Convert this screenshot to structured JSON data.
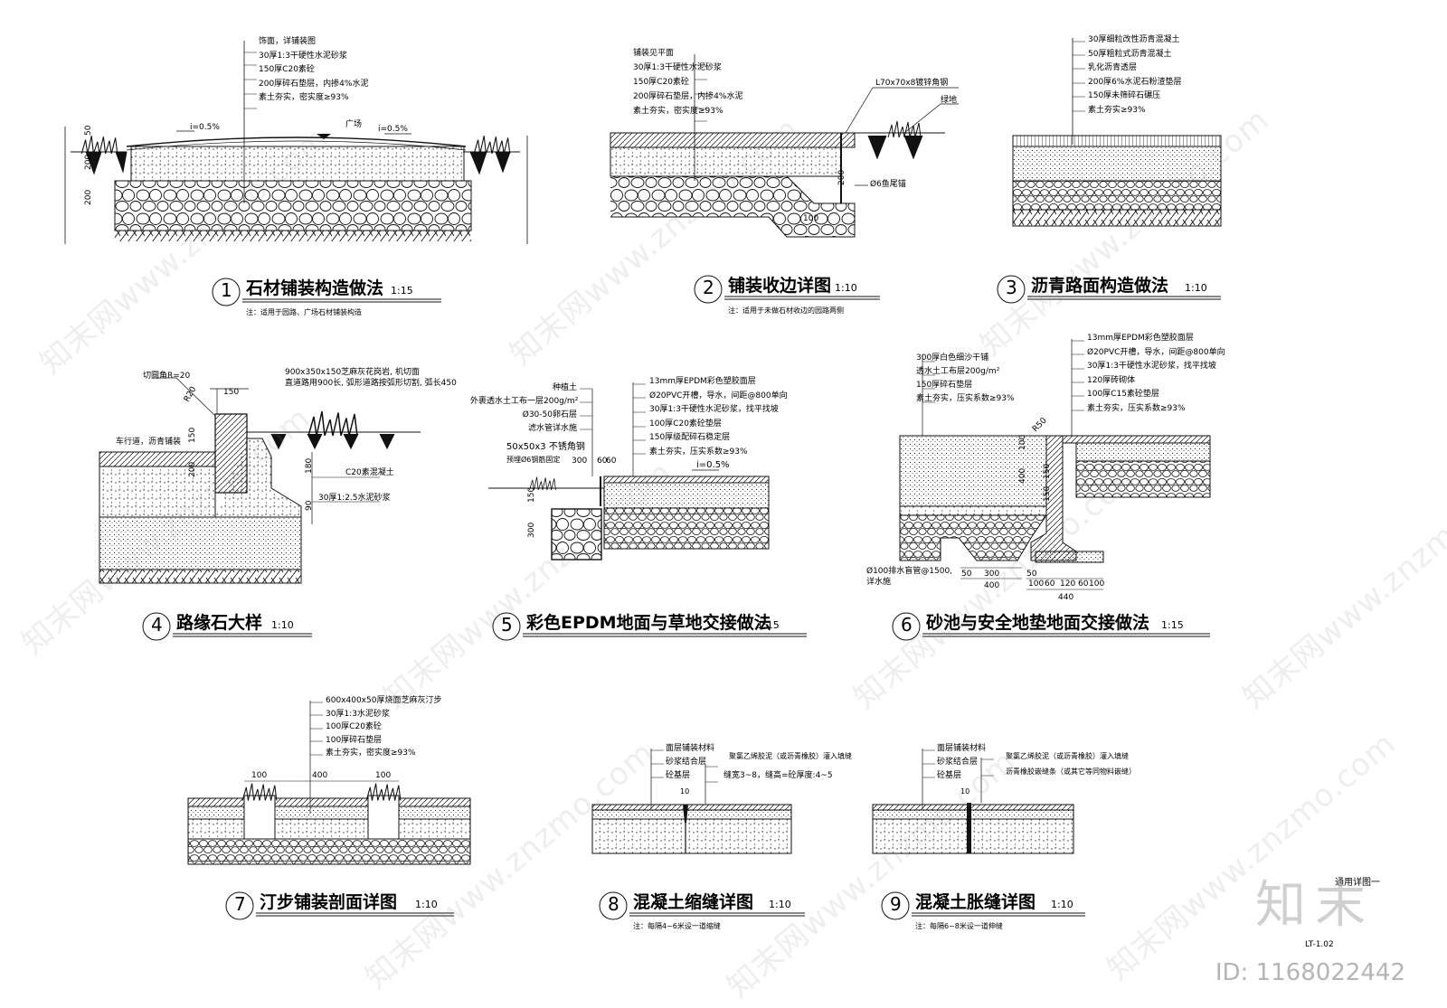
{
  "sheet": {
    "title": "通用详图一",
    "number": "LT-1.02",
    "brand": "知末",
    "id_text": "ID: 1168022442",
    "watermark": "知末网www.znzmo.com"
  },
  "details": [
    {
      "num": "1",
      "title": "石材铺装构造做法",
      "scale": "1:15",
      "note": "注：适用于园路、广场石材铺装构造",
      "layers": [
        "饰面，详铺装图",
        "30厚1:3干硬性水泥砂浆",
        "150厚C20素砼",
        "200厚碎石垫层，内掺4%水泥",
        "素土夯实，密实度≥93%"
      ],
      "labels": [
        "i=0.5%",
        "广场",
        "i=0.5%",
        "50",
        "200",
        "200"
      ]
    },
    {
      "num": "2",
      "title": "铺装收边详图",
      "scale": "1:10",
      "note": "注：适用于未做石材收边的园路两侧",
      "layers": [
        "铺装见平面",
        "30厚1:3干硬性水泥砂浆",
        "150厚C20素砼",
        "200厚碎石垫层，内掺4%水泥",
        "素土夯实，密实度≥93%"
      ],
      "labels": [
        "L70x70x8镀锌角钢",
        "绿地",
        "200",
        "Ø6鱼尾锚",
        "100"
      ]
    },
    {
      "num": "3",
      "title": "沥青路面构造做法",
      "scale": "1:10",
      "note": "",
      "layers": [
        "30厚细粒改性沥青混凝土",
        "50厚粗粒式沥青混凝土",
        "乳化沥青透层",
        "200厚6%水泥石粉渣垫层",
        "150厚未筛碎石碾压",
        "素土夯实≥93%"
      ],
      "labels": []
    },
    {
      "num": "4",
      "title": "路缘石大样",
      "scale": "1:10",
      "note": "",
      "layers": [
        "900x350x150芝麻灰花岗岩, 机切面",
        "直道路用900长, 弧形道路按弧形切割, 弧长450"
      ],
      "labels": [
        "切圆角R=20",
        "R20",
        "150",
        "车行道，沥青铺装",
        "150",
        "200",
        "C20素混凝土",
        "180",
        "30厚1:2.5水泥砂浆",
        "90"
      ]
    },
    {
      "num": "5",
      "title": "彩色EPDM地面与草地交接做法",
      "scale": "1:15",
      "note": "",
      "layers": [
        "13mm厚EPDM彩色塑胶面层",
        "Ø20PVC开槽，导水，间距@800单向",
        "30厚1:3干硬性水泥砂浆，找平找坡",
        "100厚C20素砼垫层",
        "150厚级配碎石稳定层",
        "素土夯实，压实系数≥93%"
      ],
      "layers_left": [
        "种植土",
        "外裹透水土工布一层200g/m²",
        "Ø30-50卵石层",
        "滤水管详水施"
      ],
      "labels": [
        "50x50x3 不锈角钢",
        "预埋Ø6钢筋固定",
        "300",
        "60",
        "60",
        "i=0.5%",
        "150",
        "300"
      ]
    },
    {
      "num": "6",
      "title": "砂池与安全地垫地面交接做法",
      "scale": "1:15",
      "note": "",
      "layers": [
        "13mm厚EPDM彩色塑胶面层",
        "Ø20PVC开槽，导水，间距@800单向",
        "30厚1:3干硬性水泥砂浆，找平找坡",
        "120厚砖砌体",
        "100厚C15素砼垫层",
        "素土夯实，压实系数≥93%"
      ],
      "layers_left": [
        "300厚白色细沙干铺",
        "透水土工布层200g/m²",
        "150厚碎石垫层",
        "素土夯实，压实系数≥93%"
      ],
      "labels": [
        "R50",
        "100",
        "400",
        "150",
        "150",
        "Ø100排水盲管@1500,",
        "详水施",
        "50",
        "300",
        "400",
        "50",
        "100",
        "60",
        "120",
        "60",
        "100",
        "440"
      ]
    },
    {
      "num": "7",
      "title": "汀步铺装剖面详图",
      "scale": "1:10",
      "note": "",
      "layers": [
        "600x400x50厚烧面芝麻灰汀步",
        "30厚1:3水泥砂浆",
        "100厚C20素砼",
        "100厚碎石垫层",
        "素土夯实，密实度≥93%"
      ],
      "labels": [
        "100",
        "400",
        "100"
      ]
    },
    {
      "num": "8",
      "title": "混凝土缩缝详图",
      "scale": "1:10",
      "note": "注：每隔4~6米设一道缩缝",
      "layers": [
        "面层铺装材料",
        "砂浆结合层",
        "砼基层"
      ],
      "labels": [
        "聚氯乙烯胶泥（或沥青橡胶）灌入填缝",
        "缝宽3~8，缝高=砼厚度:4~5",
        "10"
      ]
    },
    {
      "num": "9",
      "title": "混凝土胀缝详图",
      "scale": "1:10",
      "note": "注：每隔6~8米设一道伸缝",
      "layers": [
        "面层铺装材料",
        "砂浆结合层",
        "砼基层"
      ],
      "labels": [
        "聚氯乙烯胶泥（或沥青橡胶）灌入填缝",
        "沥青橡胶嵌缝条（或其它等同物料嵌缝）",
        "10"
      ]
    }
  ]
}
